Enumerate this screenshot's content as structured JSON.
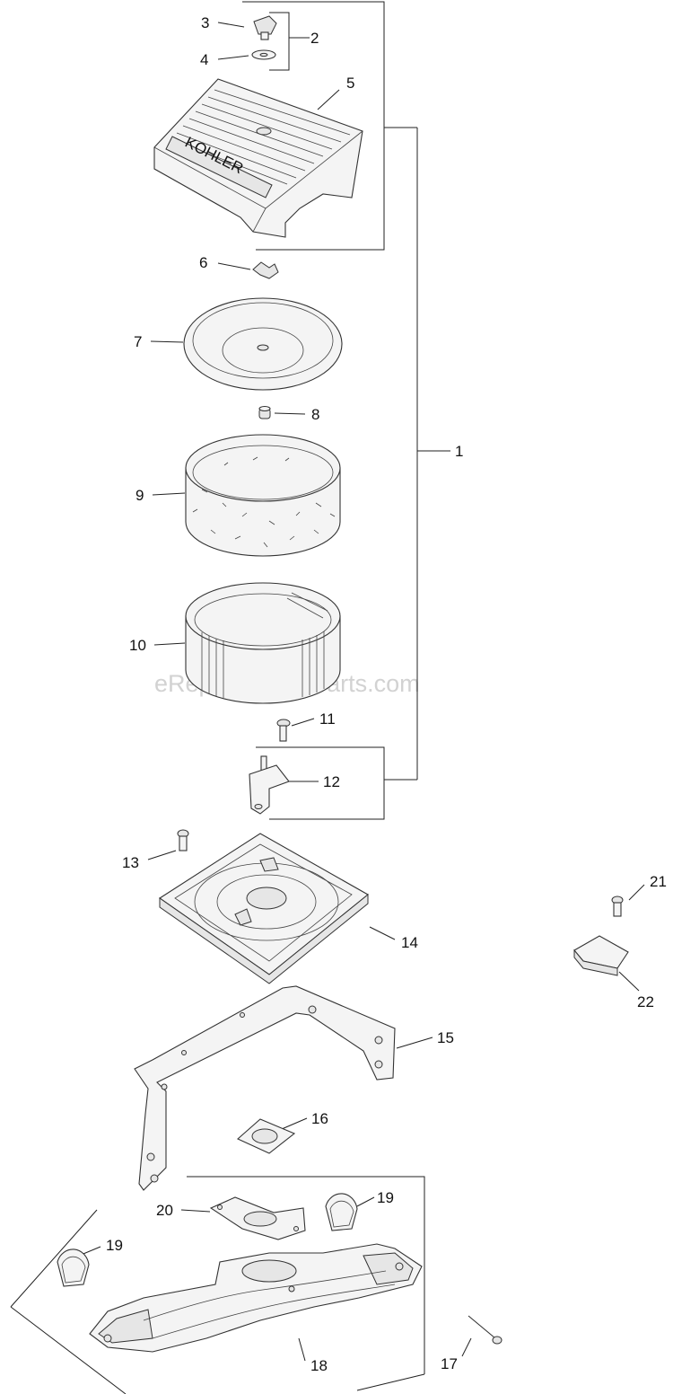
{
  "watermark": "eReplacementParts.com",
  "logo_text": "KOHLER",
  "callouts": [
    {
      "id": "c1",
      "text": "1"
    },
    {
      "id": "c2",
      "text": "2"
    },
    {
      "id": "c3",
      "text": "3"
    },
    {
      "id": "c4",
      "text": "4"
    },
    {
      "id": "c5",
      "text": "5"
    },
    {
      "id": "c6",
      "text": "6"
    },
    {
      "id": "c7",
      "text": "7"
    },
    {
      "id": "c8",
      "text": "8"
    },
    {
      "id": "c9",
      "text": "9"
    },
    {
      "id": "c10",
      "text": "10"
    },
    {
      "id": "c11",
      "text": "11"
    },
    {
      "id": "c12",
      "text": "12"
    },
    {
      "id": "c13",
      "text": "13"
    },
    {
      "id": "c14",
      "text": "14"
    },
    {
      "id": "c15",
      "text": "15"
    },
    {
      "id": "c16",
      "text": "16"
    },
    {
      "id": "c17",
      "text": "17"
    },
    {
      "id": "c18",
      "text": "18"
    },
    {
      "id": "c19a",
      "text": "19"
    },
    {
      "id": "c19b",
      "text": "19"
    },
    {
      "id": "c20",
      "text": "20"
    },
    {
      "id": "c21",
      "text": "21"
    },
    {
      "id": "c22",
      "text": "22"
    }
  ]
}
